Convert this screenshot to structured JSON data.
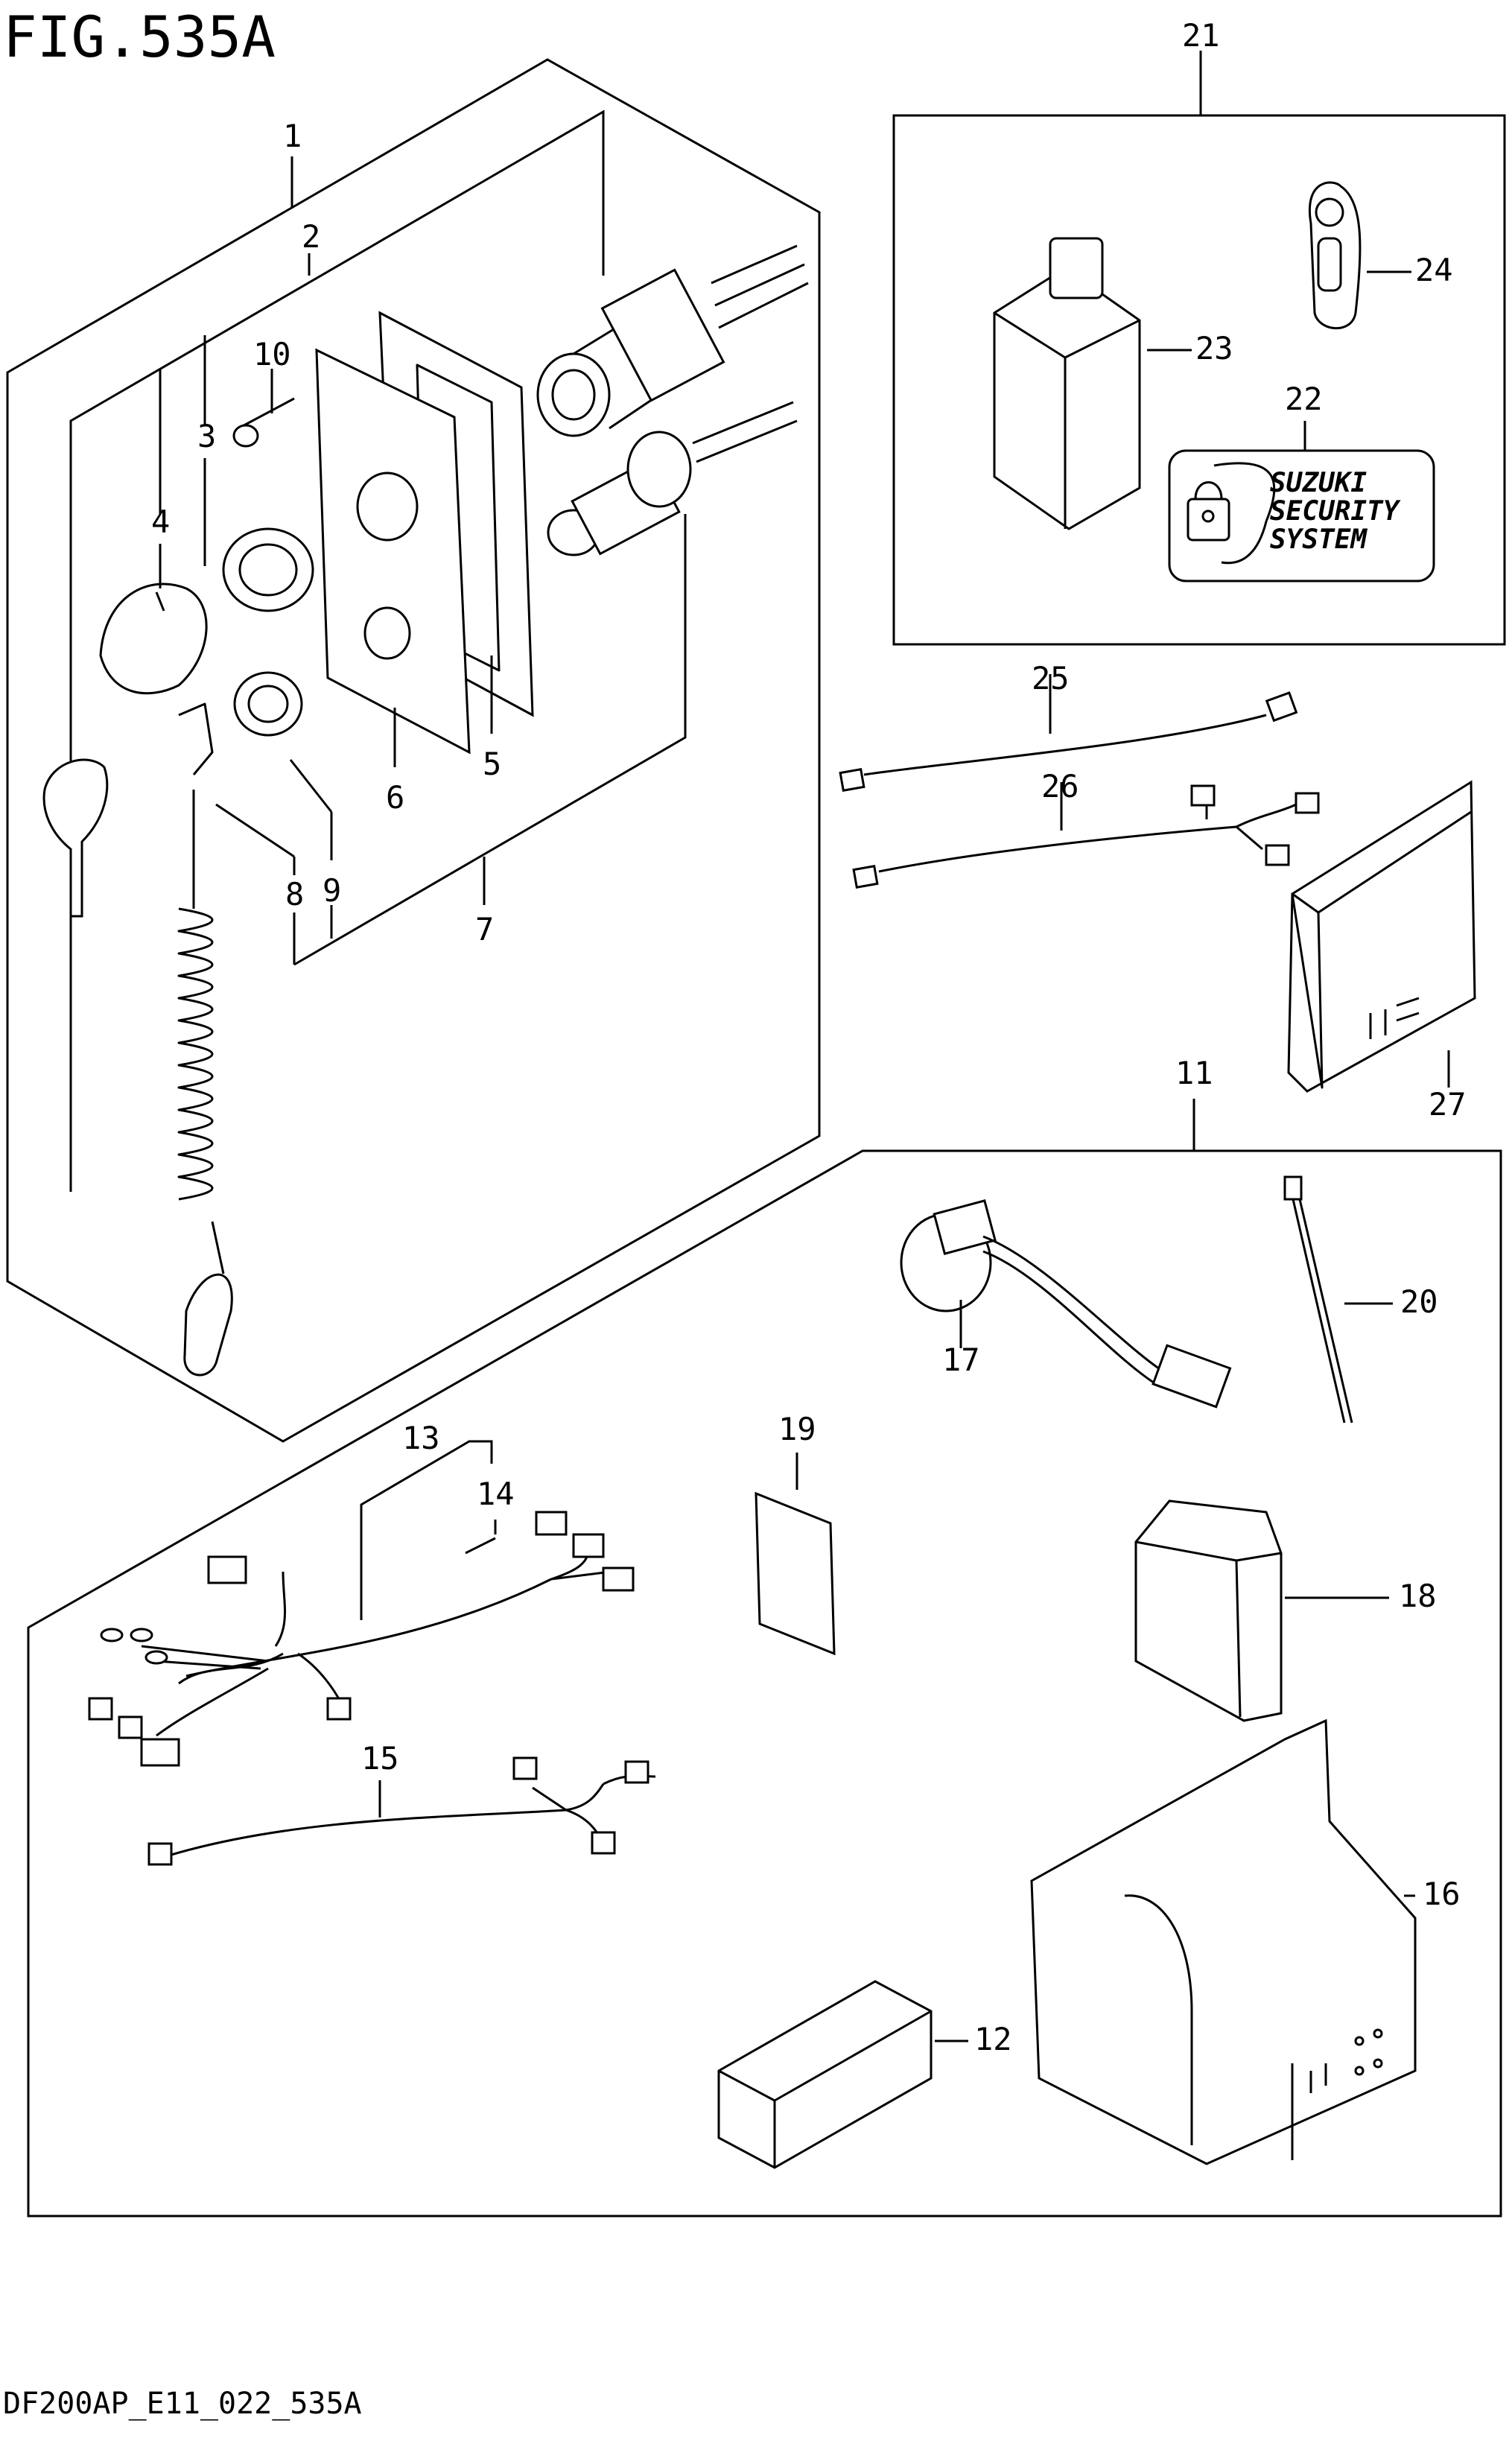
{
  "figure_title": "FIG.535A",
  "footer_code": "DF200AP_E11_022_535A",
  "security_label": [
    "SUZUKI",
    "SECURITY",
    "SYSTEM"
  ],
  "callouts": [
    "1",
    "2",
    "3",
    "4",
    "5",
    "6",
    "7",
    "8",
    "9",
    "10",
    "11",
    "12",
    "13",
    "14",
    "15",
    "16",
    "17",
    "18",
    "19",
    "20",
    "21",
    "22",
    "23",
    "24",
    "25",
    "26",
    "27"
  ]
}
